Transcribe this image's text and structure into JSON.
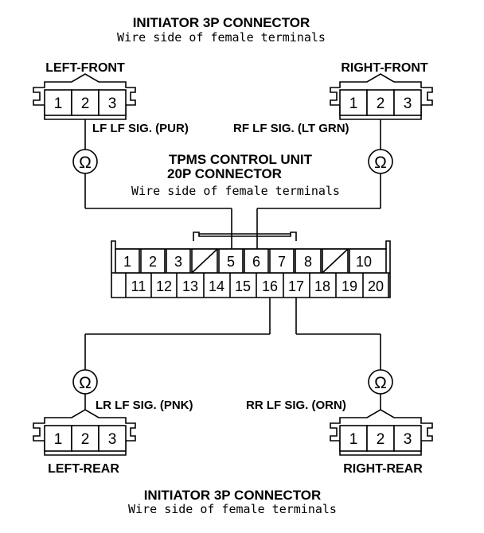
{
  "top_header": {
    "title": "INITIATOR  3P CONNECTOR",
    "subtitle": "Wire side of female terminals"
  },
  "bottom_header": {
    "title": "INITIATOR  3P CONNECTOR",
    "subtitle": "Wire side of female terminals"
  },
  "control_unit": {
    "line1": "TPMS CONTROL UNIT",
    "line2": "20P CONNECTOR",
    "subtitle": "Wire side of female terminals",
    "row1": [
      "1",
      "2",
      "3",
      "",
      "5",
      "6",
      "7",
      "8",
      "",
      "10"
    ],
    "row2": [
      "11",
      "12",
      "13",
      "14",
      "15",
      "16",
      "17",
      "18",
      "19",
      "20"
    ]
  },
  "connectors": {
    "left_front": {
      "label": "LEFT-FRONT",
      "pins": [
        "1",
        "2",
        "3"
      ]
    },
    "right_front": {
      "label": "RIGHT-FRONT",
      "pins": [
        "1",
        "2",
        "3"
      ]
    },
    "left_rear": {
      "label": "LEFT-REAR",
      "pins": [
        "1",
        "2",
        "3"
      ]
    },
    "right_rear": {
      "label": "RIGHT-REAR",
      "pins": [
        "1",
        "2",
        "3"
      ]
    }
  },
  "signals": {
    "lf": "LF LF SIG. (PUR)",
    "rf": "RF LF SIG. (LT GRN)",
    "lr": "LR LF SIG. (PNK)",
    "rr": "RR LF SIG. (ORN)"
  },
  "ohm_symbol": "Ω"
}
